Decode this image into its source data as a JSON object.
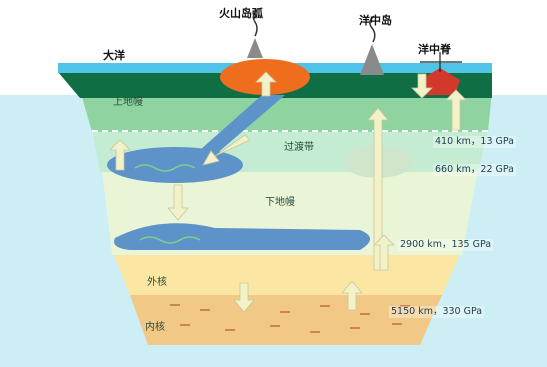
{
  "labels": {
    "ocean": "大洋",
    "volcanic_arc": "火山岛弧",
    "ocean_island": "洋中岛",
    "mid_ocean_ridge": "洋中脊",
    "upper_mantle": "上地幔",
    "transition_zone": "过渡带",
    "lower_mantle": "下地幔",
    "outer_core": "外核",
    "inner_core": "内核"
  },
  "depths": [
    {
      "text": "410 km，13 GPa"
    },
    {
      "text": "660 km，22 GPa"
    },
    {
      "text": "2900 km，135 GPa"
    },
    {
      "text": "5150 km，330 GPa"
    }
  ],
  "colors": {
    "background_water": "#cdeef5",
    "ocean_surface": "#4fc3e8",
    "crust": "#0f6e43",
    "upper_mantle": "#8fd4a0",
    "transition_zone": "#c4ecd2",
    "lower_mantle": "#e9f5d6",
    "outer_core": "#fbe6a4",
    "inner_core": "#f2c887",
    "volcano_magma": "#ee6e1e",
    "subducting_slab": "#5d93c8",
    "arrow": "#f3f1c8"
  }
}
